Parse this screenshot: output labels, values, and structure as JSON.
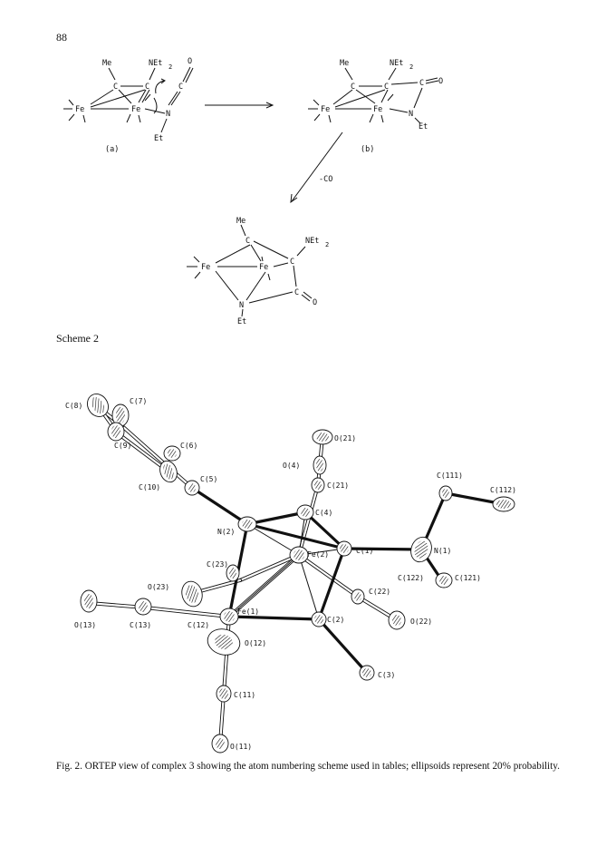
{
  "page_number": "88",
  "scheme": {
    "label": "Scheme 2",
    "structure_a_label": "(a)",
    "structure_b_label": "(b)",
    "arrow_label": "-CO",
    "atoms": {
      "me": "Me",
      "net": "NEt",
      "sub2": "2",
      "c": "C",
      "fe": "Fe",
      "o": "O",
      "n": "N",
      "et": "Et"
    }
  },
  "figure": {
    "atom_labels": {
      "C8": "C(8)",
      "C7": "C(7)",
      "C9": "C(9)",
      "C6": "C(6)",
      "C10": "C(10)",
      "C5": "C(5)",
      "O21": "O(21)",
      "O4": "O(4)",
      "C21": "C(21)",
      "C4": "C(4)",
      "C111": "C(111)",
      "C112": "C(112)",
      "N2": "N(2)",
      "Fe2": "Fe(2)",
      "C1": "C(1)",
      "N1": "N(1)",
      "C23": "C(23)",
      "C122": "C(122)",
      "C121": "C(121)",
      "O23": "O(23)",
      "C22": "C(22)",
      "O13": "O(13)",
      "C13": "C(13)",
      "C12": "C(12)",
      "Fe1": "Fe(1)",
      "C2": "C(2)",
      "O22": "O(22)",
      "O12": "O(12)",
      "C3": "C(3)",
      "C11": "C(11)",
      "O11": "O(11)"
    },
    "caption": "Fig. 2. ORTEP view of complex 3 showing the atom numbering scheme used in tables; ellipsoids represent 20% probability."
  }
}
